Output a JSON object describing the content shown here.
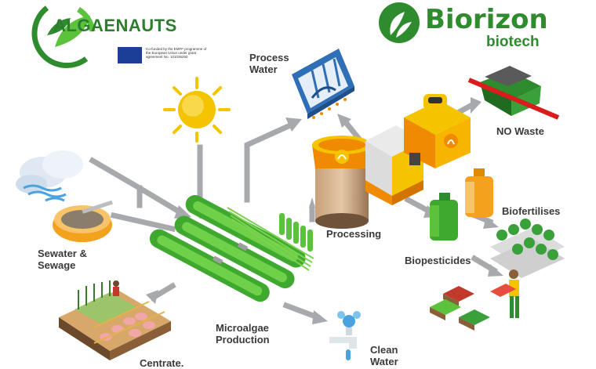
{
  "logos": {
    "algaenauts": {
      "name": "ALGAENAUTS",
      "funding": "Co-funded by the EMFF programme of the European Union under grant agreement No. 101036250"
    },
    "biorizon": {
      "name": "Biorizon",
      "sub": "biotech"
    }
  },
  "labels": {
    "process_water": "Process\nWater",
    "no_waste": "NO Waste",
    "biofertilises": "Biofertilises",
    "processing": "Processing",
    "biopesticides": "Biopesticides",
    "sewater": "Sewater &\nSewage",
    "microalgae": "Microalgae\nProduction",
    "clean_water": "Clean\nWater",
    "centrate": "Centrate."
  },
  "colors": {
    "green": "#5cc23b",
    "dark_green": "#2e8b2e",
    "yellow": "#f4c400",
    "orange": "#f08a00",
    "arrow": "#a7a9ac",
    "text": "#3a3a3a"
  }
}
